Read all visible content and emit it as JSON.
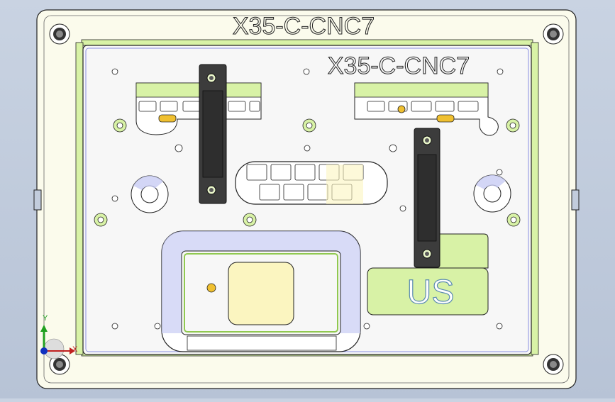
{
  "model": {
    "outer_label": "X35-C-CNC7",
    "plate_label": "X35-C-CNC7",
    "engraving": "US"
  },
  "triad": {
    "x_label": "X",
    "y_label": "Y"
  },
  "colors": {
    "background": "#c2ccdc",
    "base_plate": "#fbfbec",
    "top_plate": "#f7f7f7",
    "green_part": "#d8f2a6",
    "yellow_part": "#fbf5c0",
    "clamp": "#3c3c3c",
    "outline": "#222222"
  }
}
